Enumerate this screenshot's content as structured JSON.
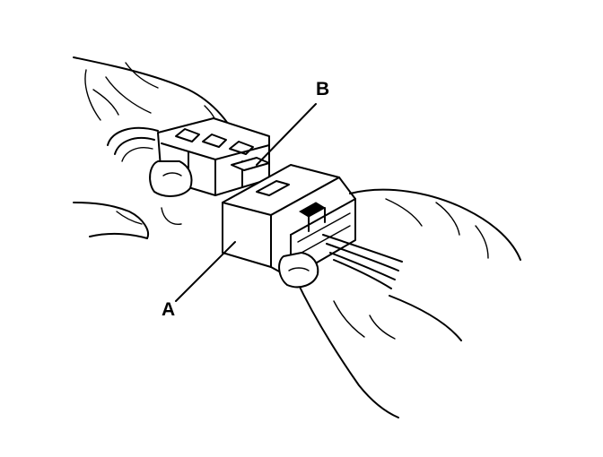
{
  "callouts": [
    {
      "id": "A",
      "label": "A"
    },
    {
      "id": "B",
      "label": "B"
    }
  ],
  "colors": {
    "ink": "#000000",
    "paper": "#ffffff"
  }
}
